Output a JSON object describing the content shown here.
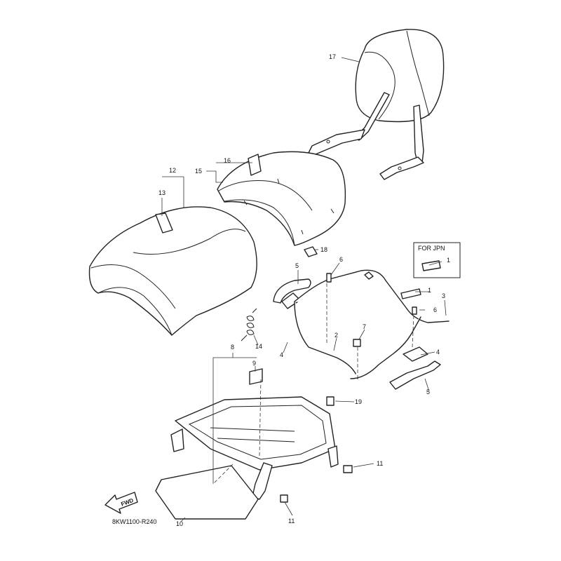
{
  "drawing_code": "8KW1100-R240",
  "fwd_label": "FWD",
  "for_jpn_label": "FOR JPN",
  "callouts": [
    {
      "id": "c17",
      "text": "17"
    },
    {
      "id": "c12",
      "text": "12"
    },
    {
      "id": "c13",
      "text": "13"
    },
    {
      "id": "c16",
      "text": "16"
    },
    {
      "id": "c15",
      "text": "15"
    },
    {
      "id": "c18",
      "text": "18"
    },
    {
      "id": "c5a",
      "text": "5"
    },
    {
      "id": "c6a",
      "text": "6"
    },
    {
      "id": "c1a",
      "text": "1"
    },
    {
      "id": "c1b",
      "text": "1"
    },
    {
      "id": "c3",
      "text": "3"
    },
    {
      "id": "c6b",
      "text": "6"
    },
    {
      "id": "c2",
      "text": "2"
    },
    {
      "id": "c7",
      "text": "7"
    },
    {
      "id": "c4a",
      "text": "4"
    },
    {
      "id": "c4b",
      "text": "4"
    },
    {
      "id": "c5b",
      "text": "5"
    },
    {
      "id": "c14",
      "text": "14"
    },
    {
      "id": "c8",
      "text": "8"
    },
    {
      "id": "c9",
      "text": "9"
    },
    {
      "id": "c19",
      "text": "19"
    },
    {
      "id": "c11a",
      "text": "11"
    },
    {
      "id": "c11b",
      "text": "11"
    },
    {
      "id": "c10",
      "text": "10"
    }
  ]
}
